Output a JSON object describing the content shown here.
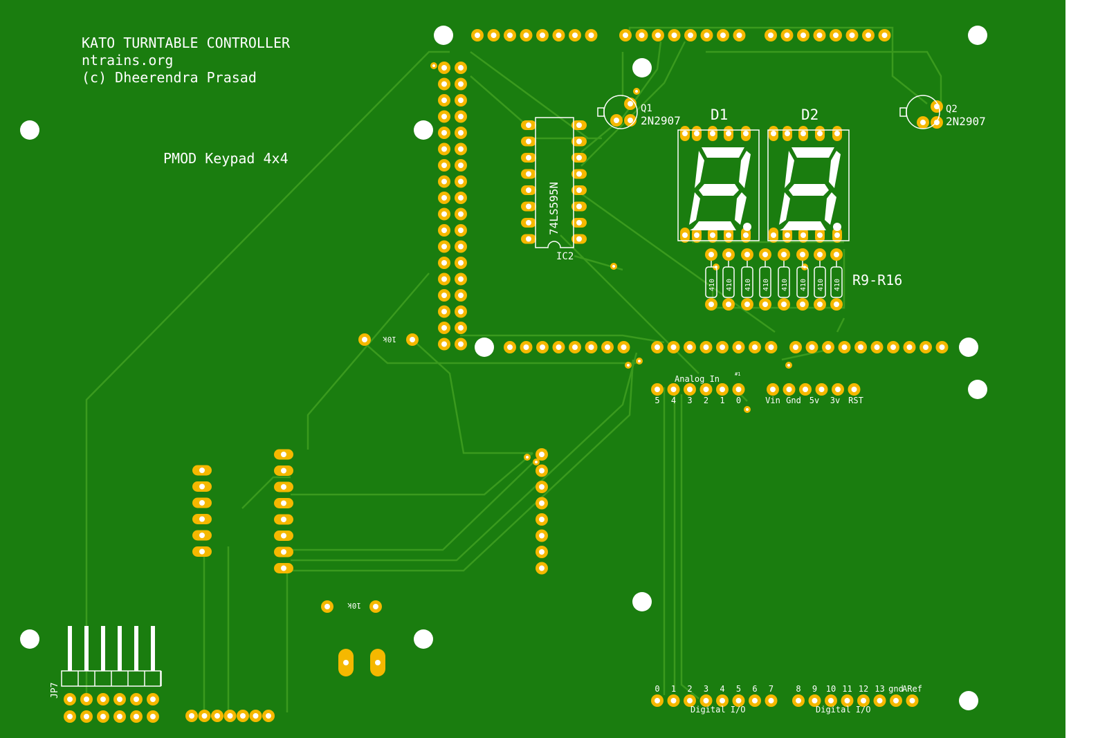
{
  "colors": {
    "board": "#1a7d0f",
    "trace": "#3a9a1e",
    "pad": "#f5b800",
    "drill": "#ffffff",
    "silk": "#ffffff"
  },
  "silkscreen": {
    "title_line1": "KATO TURNTABLE CONTROLLER",
    "title_line2": "ntrains.org",
    "title_line3": "(c) Dheerendra Prasad",
    "keypad": "PMOD Keypad 4x4",
    "ic_label": "74LS595N",
    "ic_ref": "IC2",
    "q1_ref": "Q1",
    "q1_part": "2N2907",
    "q2_ref": "Q2",
    "q2_part": "2N2907",
    "d1": "D1",
    "d2": "D2",
    "resistor_group": "R9-R16",
    "resistor_value": "410",
    "r_top_value": "10k",
    "r_bottom_value": "10k",
    "analog_in": "Analog In",
    "analog_marker": "#1",
    "analog_pins": [
      "5",
      "4",
      "3",
      "2",
      "1",
      "0"
    ],
    "power_pins": [
      "Vin",
      "Gnd",
      "5v",
      "3v",
      "RST"
    ],
    "digital_pins_a": [
      "0",
      "1",
      "2",
      "3",
      "4",
      "5",
      "6",
      "7"
    ],
    "digital_pins_b": [
      "8",
      "9",
      "10",
      "11",
      "12",
      "13",
      "gnd",
      "ARef"
    ],
    "digital_io_a": "Digital I/O",
    "digital_io_b": "Digital I/O",
    "jp7": "JP7"
  }
}
